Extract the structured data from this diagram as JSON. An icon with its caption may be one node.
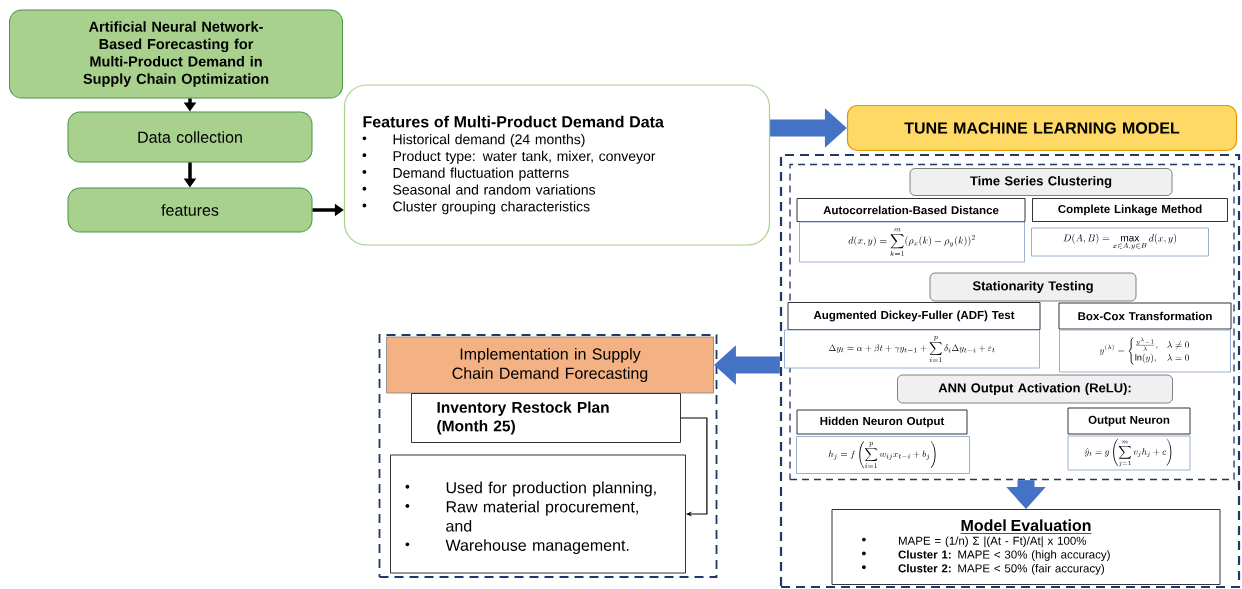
{
  "diagram": {
    "nodes": [
      {
        "text": [
          "Artificial Neural Network-Based Forecasting for Multi-Product Demand in Supply Chain Optimization"
        ]
      },
      {
        "text": [
          "Data collection"
        ]
      },
      {
        "text": [
          "features"
        ]
      },
      {
        "text": [
          "Features of Multi-Product Demand Data",
          "Historical demand (24 months)",
          "Product type: water tank, mixer, conveyor",
          "Demand fluctuation patterns",
          "Seasonal and random variations",
          "Cluster grouping characteristics"
        ]
      },
      {
        "text": [
          "TUNE MACHINE LEARNING MODEL"
        ]
      },
      {
        "text": [],
        "shape": "box"
      },
      {
        "text": [],
        "shape": "box",
        "in": 5
      },
      {
        "text": [
          "Time Series Clustering"
        ],
        "in": 6
      },
      {
        "text": [
          "Autocorrelation-Based Distance"
        ],
        "in": 6
      },
      {
        "text": [
          "d(x, y) = \\sum_{k=1}^{m} (\\rho_x(k) - \\rho_y(k))^2"
        ],
        "in": 6
      },
      {
        "text": [
          "Complete Linkage Method"
        ],
        "in": 6
      },
      {
        "text": [
          "D(A, B) = \\max_{x \\in A, y \\in B} d(x, y)"
        ],
        "in": 6
      },
      {
        "text": [
          "Stationarity Testing"
        ],
        "in": 6
      },
      {
        "text": [
          "Augmented Dickey-Fuller (ADF) Test"
        ],
        "in": 6
      },
      {
        "text": [
          "\\Delta y_t = \\alpha + \\beta t + \\gamma y_{t-1} + \\sum_{i=1}^{p} \\delta_i \\Delta y_{t-i} + \\varepsilon_t"
        ],
        "in": 6
      },
      {
        "text": [
          "Box-Cox Transformation"
        ],
        "in": 6
      },
      {
        "text": [
          "y^{(\\lambda)} = \\begin{cases} \\frac{y^{\\lambda} - 1}{\\lambda}, & \\lambda \\neq 0 \\\\ \\ln(y), & \\lambda = 0 \\end{cases}"
        ],
        "in": 6
      },
      {
        "text": [
          "ANN Output Activation (ReLU):"
        ],
        "in": 6
      },
      {
        "text": [
          "Hidden Neuron Output"
        ],
        "in": 6
      },
      {
        "text": [
          "h_j = f\\left(\\sum_{i=1}^{p} w_{ij} x_{t-i} + b_j\\right)"
        ],
        "in": 6
      },
      {
        "text": [
          "Output Neuron"
        ],
        "in": 6
      },
      {
        "text": [
          "\\hat{y}_t = g\\left(\\sum_{j=1}^{m} v_j h_j + c\\right)"
        ],
        "in": 6
      },
      {
        "text": [
          "Model Evaluation",
          "MAPE = (1/n) Σ |(At - Ft)/At| x 100%",
          "**Cluster 1:** MAPE < 30% (high accuracy)",
          "**Cluster 2:** MAPE < 50% (fair accuracy)"
        ],
        "in": 5
      },
      {
        "text": [],
        "shape": "box"
      },
      {
        "text": [
          "Implementation in Supply Chain Demand Forecasting"
        ],
        "in": 23
      },
      {
        "text": [
          "Inventory Restock Plan (Month 25)"
        ],
        "in": 23
      },
      {
        "text": [
          "Used for production planning,",
          "Raw material procurement, and",
          "Warehouse management."
        ],
        "in": 23
      }
    ],
    "edges": [
      {
        "from": 0,
        "to": 1,
        "arrow": "to"
      },
      {
        "from": 1,
        "to": 2,
        "arrow": "to"
      },
      {
        "from": 2,
        "to": 3,
        "arrow": "to"
      },
      {
        "from": 3,
        "to": 4,
        "arrow": "to",
        "style": "thick",
        "color": "#4472c4"
      },
      {
        "from": 6,
        "to": 22,
        "arrow": "to",
        "style": "thick",
        "color": "#4472c4"
      },
      {
        "from": 5,
        "to": 24,
        "arrow": "to",
        "style": "thick",
        "color": "#4472c4"
      },
      {
        "from": 25,
        "to": 26,
        "arrow": "to"
      }
    ]
  }
}
